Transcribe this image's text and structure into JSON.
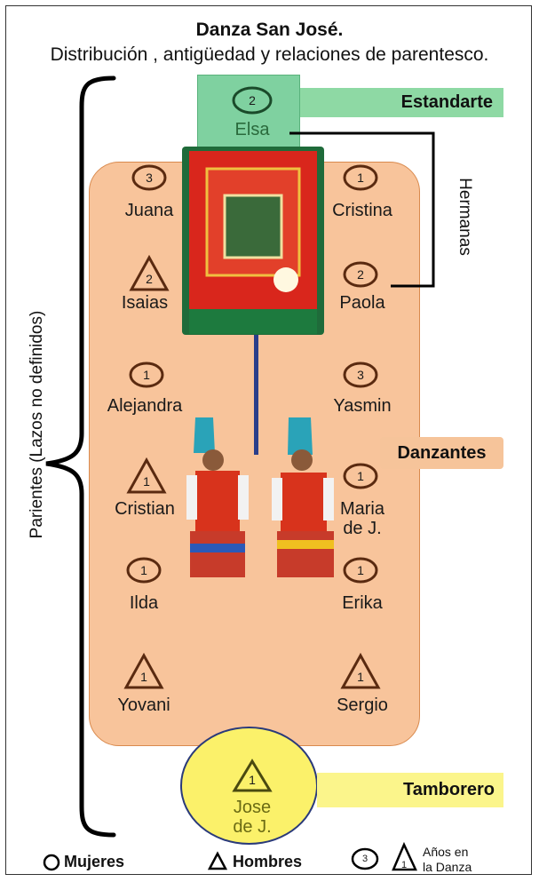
{
  "title": "Danza San José.",
  "subtitle": "Distribución , antigüedad y relaciones de parentesco.",
  "side_label": "Parientes (Lazos no definidos)",
  "sisters_label": "Hermanas",
  "tags": {
    "estandarte": "Estandarte",
    "danzantes": "Danzantes",
    "tamborero": "Tamborero"
  },
  "people": {
    "elsa": {
      "name": "Elsa",
      "years": "2",
      "shape": "circle"
    },
    "juana": {
      "name": "Juana",
      "years": "3",
      "shape": "circle"
    },
    "cristina": {
      "name": "Cristina",
      "years": "1",
      "shape": "circle"
    },
    "isaias": {
      "name": "Isaias",
      "years": "2",
      "shape": "triangle"
    },
    "paola": {
      "name": "Paola",
      "years": "2",
      "shape": "circle"
    },
    "alejandra": {
      "name": "Alejandra",
      "years": "1",
      "shape": "circle"
    },
    "yasmin": {
      "name": "Yasmin",
      "years": "3",
      "shape": "circle"
    },
    "cristian": {
      "name": "Cristian",
      "years": "1",
      "shape": "triangle"
    },
    "maria": {
      "name1": "Maria",
      "name2": "de J.",
      "years": "1",
      "shape": "circle"
    },
    "ilda": {
      "name": "Ilda",
      "years": "1",
      "shape": "circle"
    },
    "erika": {
      "name": "Erika",
      "years": "1",
      "shape": "circle"
    },
    "yovani": {
      "name": "Yovani",
      "years": "1",
      "shape": "triangle"
    },
    "sergio": {
      "name": "Sergio",
      "years": "1",
      "shape": "triangle"
    },
    "jose": {
      "name1": "Jose",
      "name2": "de J.",
      "years": "1",
      "shape": "triangle"
    }
  },
  "legend": {
    "mujeres": "Mujeres",
    "hombres": "Hombres",
    "years_line1": "Años en",
    "years_line2": "la Danza",
    "example_circle": "3",
    "example_triangle": "1"
  },
  "colors": {
    "stage": "#f8c49b",
    "estandarte": "#8ed9a4",
    "tamborero": "#fbf58b",
    "jose_text": "#6b6b14",
    "elsa_text": "#2a6a3c"
  }
}
